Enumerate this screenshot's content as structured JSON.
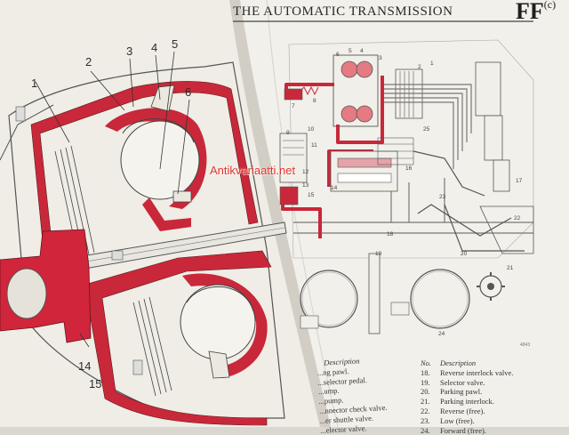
{
  "header": {
    "title": "THE AUTOMATIC TRANSMISSION",
    "code": "FF",
    "code_suffix": "(c)"
  },
  "watermark": "Antikvariaatti.net",
  "figure_reference": "4843",
  "colors": {
    "hydraulic_red": "#c8283a",
    "paper": "#f3f1ec",
    "ink": "#3a3a3a",
    "watermark": "#e0352a"
  },
  "left_figure_labels": [
    {
      "id": "1",
      "text": "1"
    },
    {
      "id": "2",
      "text": "2"
    },
    {
      "id": "3",
      "text": "3"
    },
    {
      "id": "4",
      "text": "4"
    },
    {
      "id": "5",
      "text": "5"
    },
    {
      "id": "6",
      "text": "6"
    },
    {
      "id": "14",
      "text": "14"
    },
    {
      "id": "15",
      "text": "15"
    }
  ],
  "diagram_labels": [
    "8",
    "7",
    "6",
    "5",
    "4",
    "3",
    "2",
    "1",
    "9",
    "10",
    "11",
    "12",
    "13",
    "14",
    "15",
    "16",
    "17",
    "18",
    "19",
    "20",
    "21",
    "22",
    "23",
    "24",
    "25"
  ],
  "legend_left": {
    "header": "Description",
    "rows": [
      "...ng pawl.",
      "...selector pedal.",
      "...ump.",
      "...pump.",
      "...nnector check valve.",
      "...er shuttle valve.",
      "...elector valve."
    ]
  },
  "legend": {
    "col_no": "No.",
    "col_desc": "Description",
    "rows": [
      {
        "no": "18.",
        "desc": "Reverse interlock valve."
      },
      {
        "no": "19.",
        "desc": "Selector valve."
      },
      {
        "no": "20.",
        "desc": "Parking pawl."
      },
      {
        "no": "21.",
        "desc": "Parking interlock."
      },
      {
        "no": "22.",
        "desc": "Reverse (free)."
      },
      {
        "no": "23.",
        "desc": "Low (free)."
      },
      {
        "no": "24.",
        "desc": "Forward (free)."
      }
    ]
  }
}
